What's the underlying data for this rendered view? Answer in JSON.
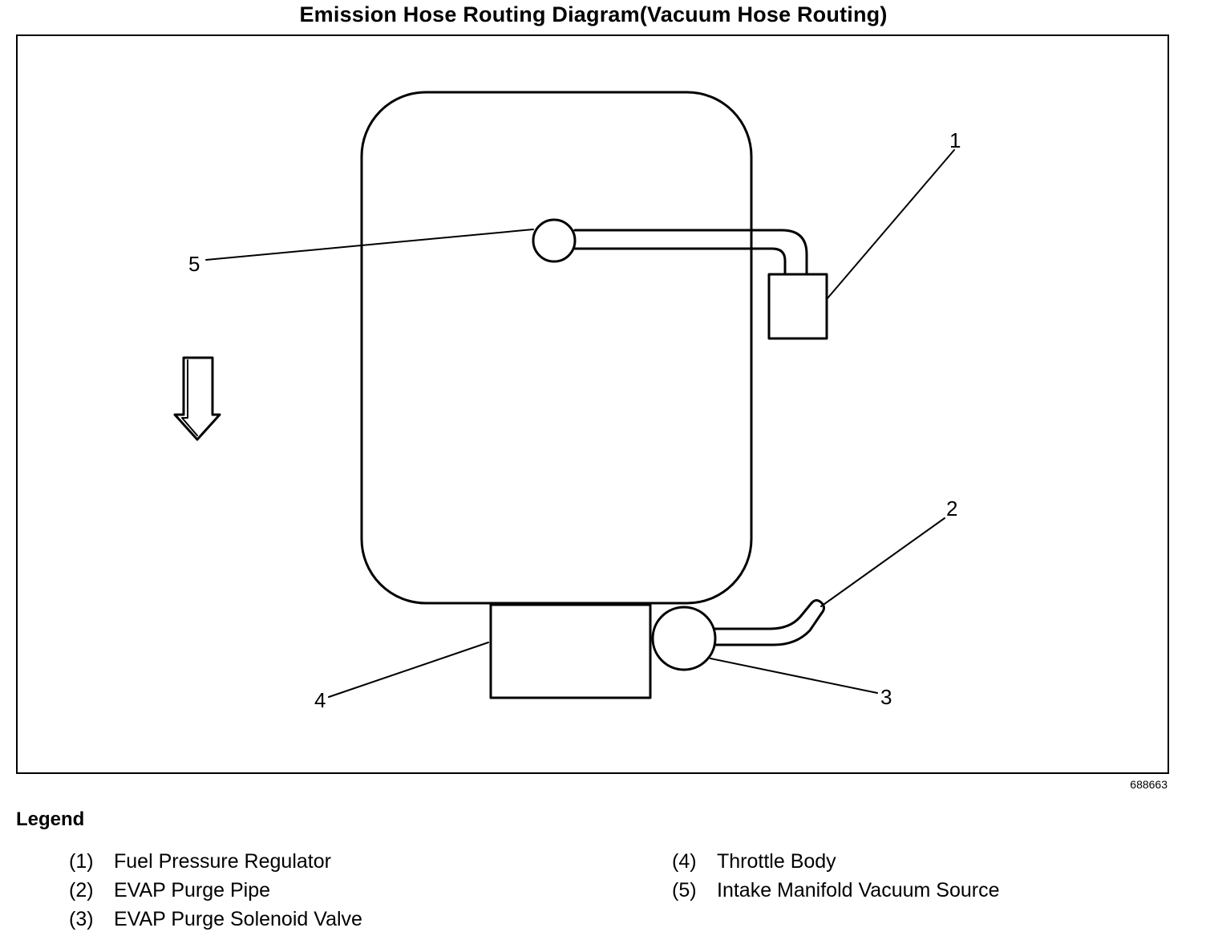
{
  "title": "Emission Hose Routing Diagram(Vacuum Hose Routing)",
  "figure_id": "688663",
  "callouts": [
    "1",
    "2",
    "3",
    "4",
    "5"
  ],
  "legend": {
    "heading": "Legend",
    "left": [
      {
        "num": "(1)",
        "label": "Fuel Pressure Regulator"
      },
      {
        "num": "(2)",
        "label": "EVAP Purge Pipe"
      },
      {
        "num": "(3)",
        "label": "EVAP Purge Solenoid Valve"
      }
    ],
    "right": [
      {
        "num": "(4)",
        "label": "Throttle Body"
      },
      {
        "num": "(5)",
        "label": "Intake Manifold Vacuum Source"
      }
    ]
  },
  "icons": {
    "direction_arrow": "arrow-down-icon"
  }
}
